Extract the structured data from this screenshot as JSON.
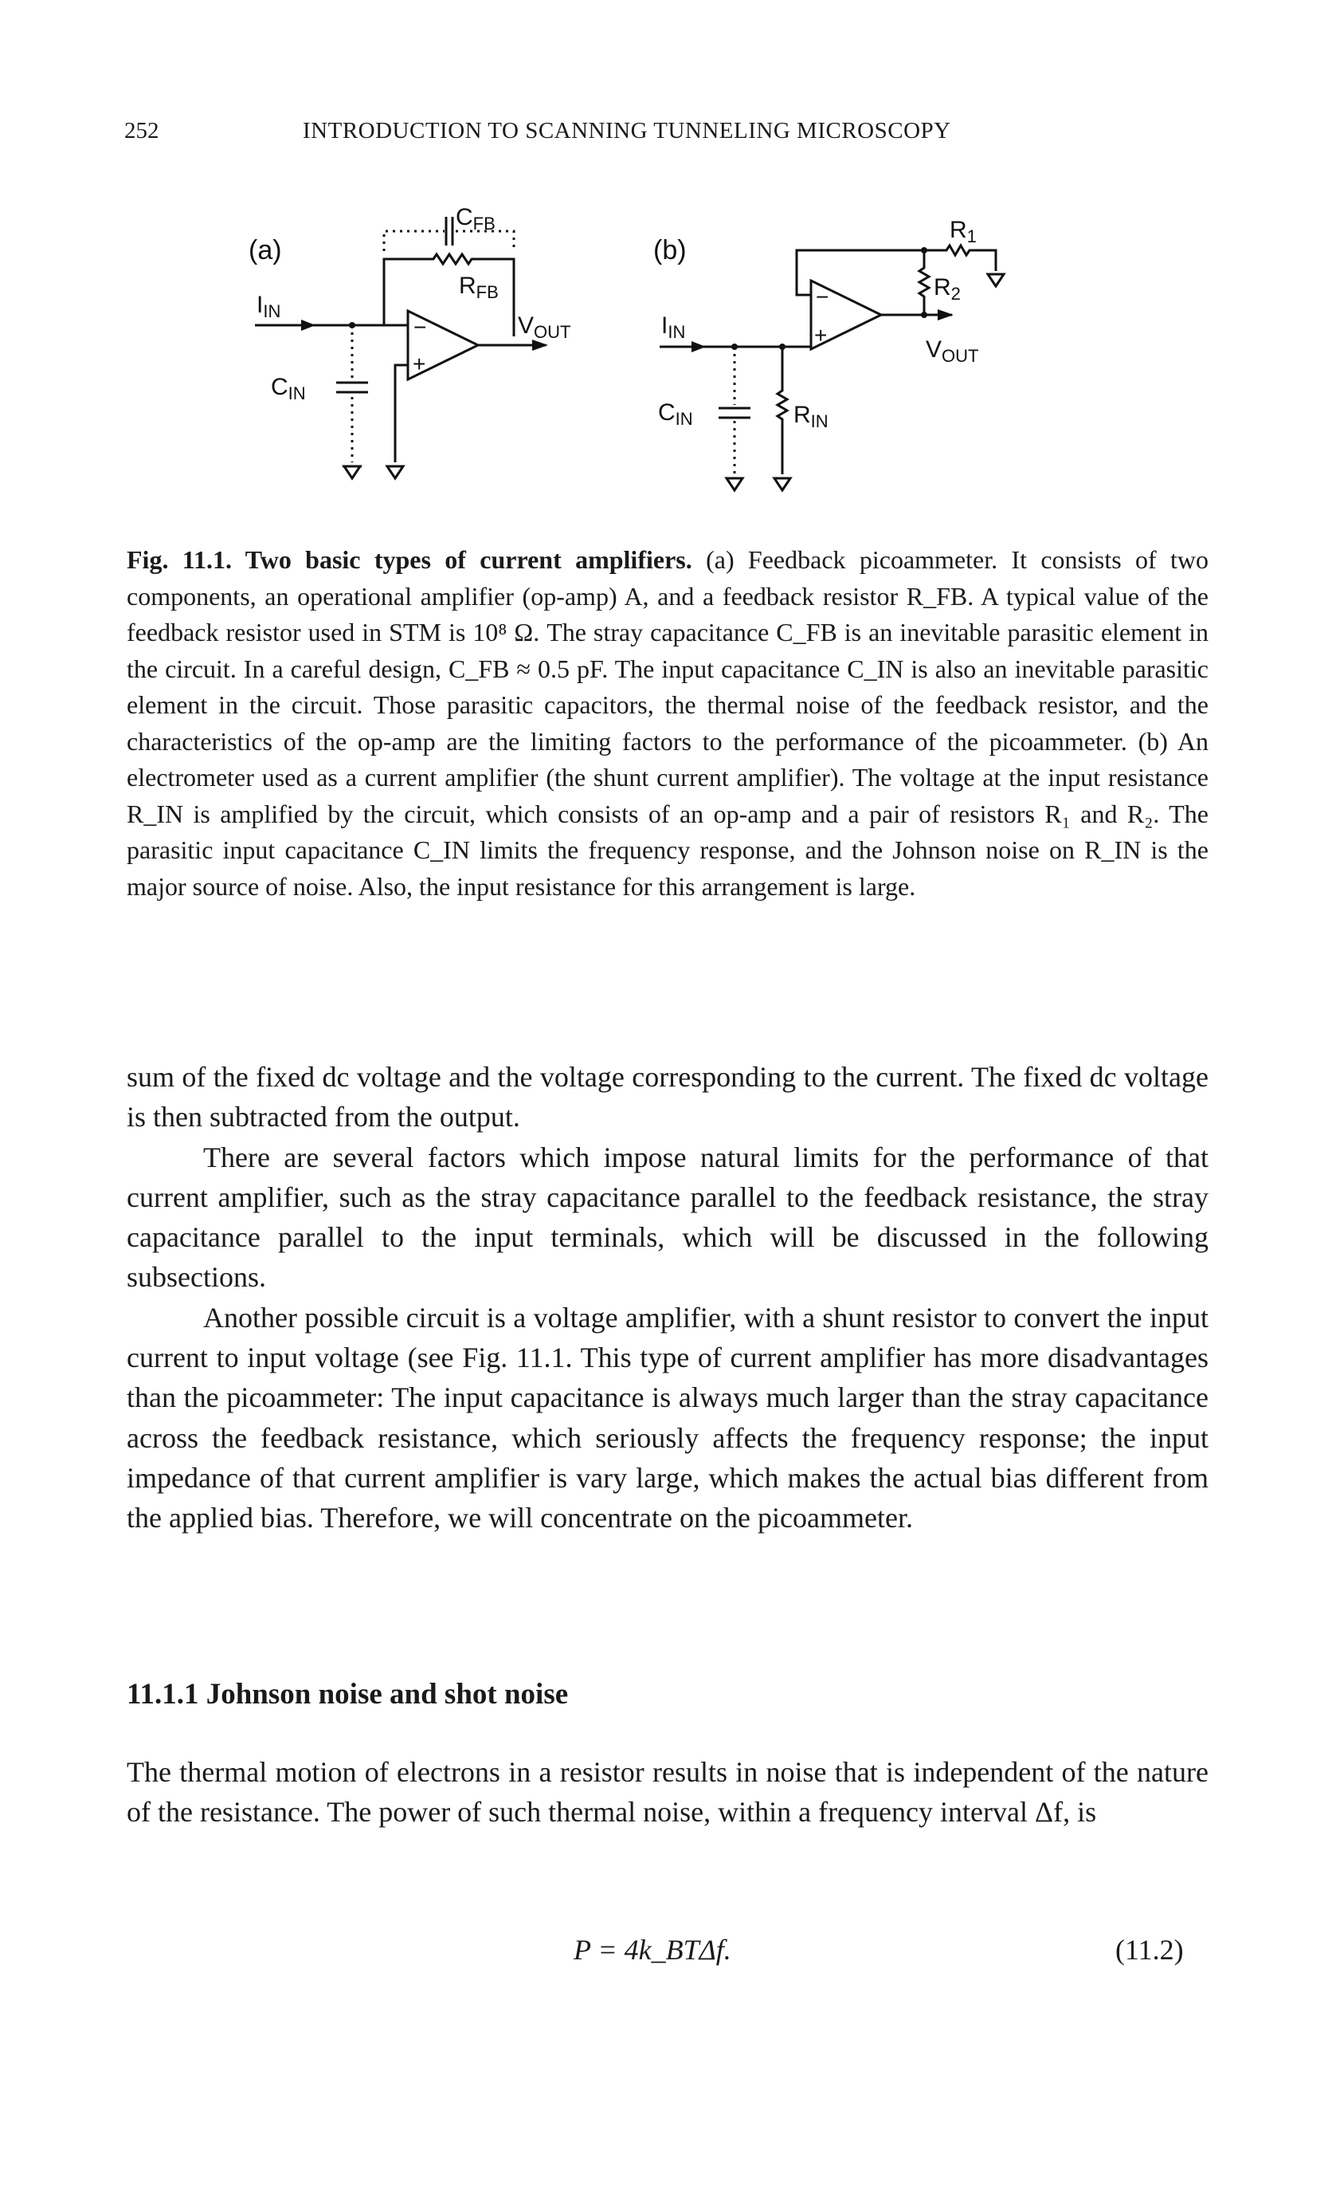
{
  "header": {
    "page_number": "252",
    "running_title": "INTRODUCTION TO SCANNING TUNNELING MICROSCOPY"
  },
  "figure": {
    "panel_a": {
      "label": "(a)",
      "c_fb": "C",
      "c_fb_sub": "FB",
      "r_fb": "R",
      "r_fb_sub": "FB",
      "i_in": "I",
      "i_in_sub": "IN",
      "v_out": "V",
      "v_out_sub": "OUT",
      "c_in": "C",
      "c_in_sub": "IN",
      "minus": "−",
      "plus": "+"
    },
    "panel_b": {
      "label": "(b)",
      "r1": "R",
      "r1_sub": "1",
      "r2": "R",
      "r2_sub": "2",
      "i_in": "I",
      "i_in_sub": "IN",
      "v_out": "V",
      "v_out_sub": "OUT",
      "c_in": "C",
      "c_in_sub": "IN",
      "r_in": "R",
      "r_in_sub": "IN",
      "minus": "−",
      "plus": "+"
    }
  },
  "caption": {
    "label": "Fig. 11.1. Two basic types of current amplifiers.",
    "text": "(a) Feedback picoammeter. It consists of two components, an operational amplifier (op-amp) A, and a feedback resistor R_FB. A typical value of the feedback resistor used in STM is 10⁸ Ω. The stray capacitance C_FB is an inevitable parasitic element in the circuit. In a careful design, C_FB ≈ 0.5 pF. The input capacitance C_IN is also an inevitable parasitic element in the circuit. Those parasitic capacitors, the thermal noise of the feedback resistor, and the characteristics of the op-amp are the limiting factors to the performance of the picoammeter. (b) An electrometer used as a current amplifier (the shunt current amplifier). The voltage at the input resistance R_IN is amplified by the circuit, which consists of an op-amp and a pair of resistors R₁ and R₂. The parasitic input capacitance C_IN limits the frequency response, and the Johnson noise on R_IN is the major source of noise. Also, the input resistance for this arrangement is large."
  },
  "body": {
    "p1": "sum of the fixed dc voltage and the voltage corresponding to the current. The fixed dc voltage is then subtracted from the output.",
    "p2": "There are several factors which impose natural limits for the performance of that current amplifier, such as the stray capacitance parallel to the feedback resistance, the stray capacitance parallel to the input terminals, which will be discussed in the following subsections.",
    "p3": "Another possible circuit is a voltage amplifier, with a shunt resistor to convert the input current to input voltage (see Fig. 11.1. This type of current amplifier has more disadvantages than the picoammeter: The input capacitance is always much larger than the stray capacitance across the feedback resistance, which seriously affects the frequency response; the input impedance of that current amplifier is vary large, which makes the actual bias different from the applied bias. Therefore, we will concentrate on the picoammeter."
  },
  "section": {
    "heading": "11.1.1 Johnson noise and shot noise",
    "text": "The thermal motion of electrons in a resistor results in noise that is independent of the nature of the resistance. The power of such thermal noise, within a frequency interval Δf, is"
  },
  "equation": {
    "expression": "P = 4k_BTΔf.",
    "number": "(11.2)"
  }
}
